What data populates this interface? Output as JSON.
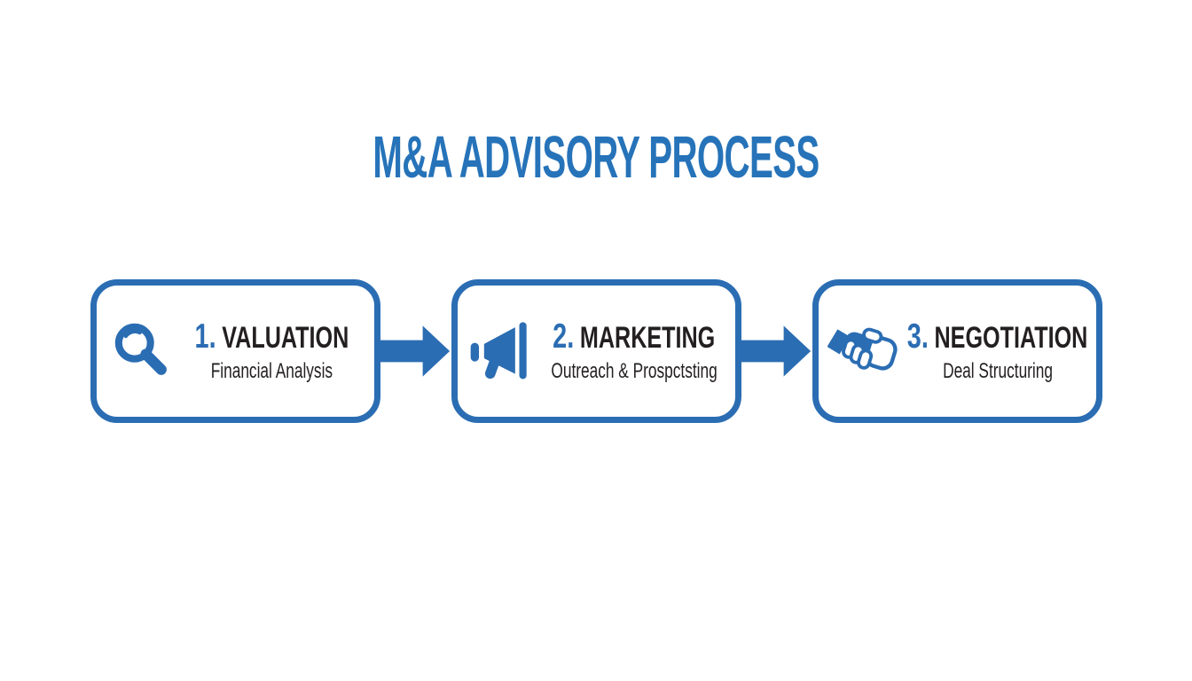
{
  "title": "M&A ADVISORY PROCESS",
  "colors": {
    "accent": "#2b6db3",
    "title": "#2673b9",
    "heading": "#231f20",
    "background": "#ffffff"
  },
  "connector_icon": "arrow-right-icon",
  "stages": [
    {
      "number": "1.",
      "label": "VALUATION",
      "subtitle": "Financial Analysis",
      "icon": "magnifier-icon"
    },
    {
      "number": "2.",
      "label": "MARKETING",
      "subtitle": "Outreach & Prospctsting",
      "icon": "megaphone-icon"
    },
    {
      "number": "3.",
      "label": "NEGOTIATION",
      "subtitle": "Deal Structuring",
      "icon": "handshake-icon"
    }
  ]
}
